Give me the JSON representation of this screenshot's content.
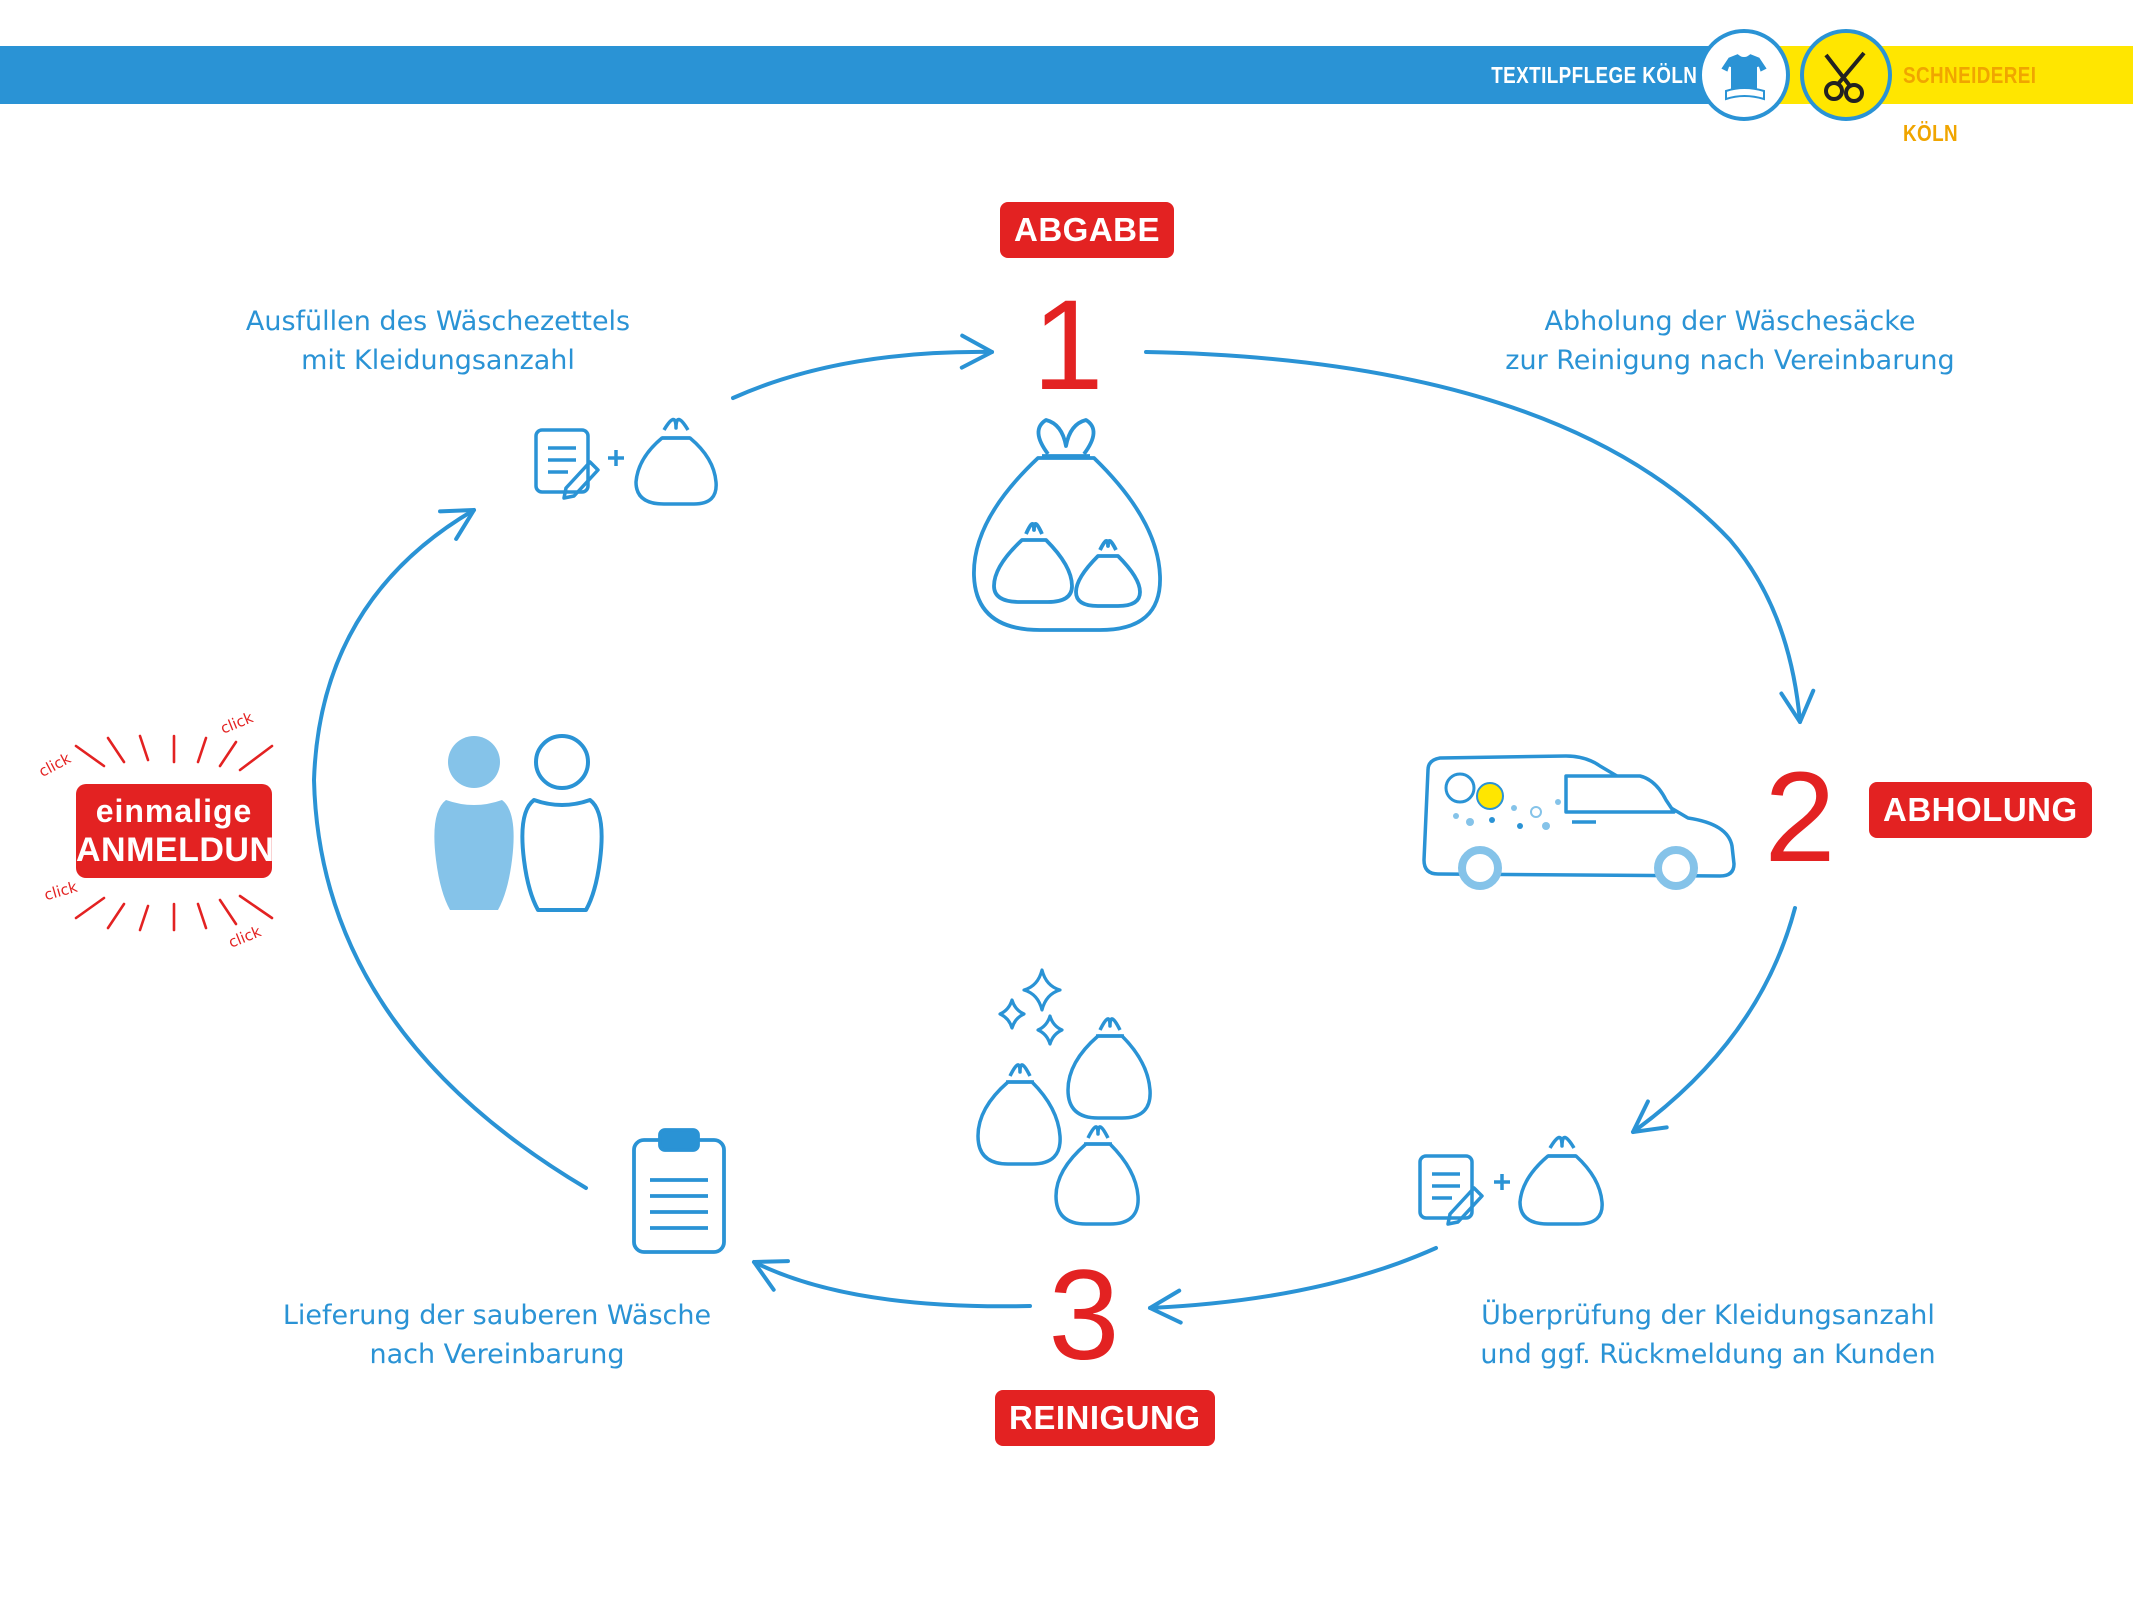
{
  "header": {
    "brand_left": "TEXTILPFLEGE KÖLN",
    "brand_right": "SCHNEIDEREI KÖLN"
  },
  "steps": {
    "step1": {
      "number": "1",
      "tag": "ABGABE"
    },
    "step2": {
      "number": "2",
      "tag": "ABHOLUNG"
    },
    "step3": {
      "number": "3",
      "tag": "REINIGUNG"
    }
  },
  "descriptions": {
    "top_left": [
      "Ausfüllen des Wäschezettels",
      "mit Kleidungsanzahl"
    ],
    "top_right": [
      "Abholung der Wäschesäcke",
      "zur Reinigung nach Vereinbarung"
    ],
    "bottom_right": [
      "Überprüfung der Kleidungsanzahl",
      "und ggf. Rückmeldung an Kunden"
    ],
    "bottom_left": [
      "Lieferung der sauberen Wäsche",
      "nach Vereinbarung"
    ]
  },
  "registration": {
    "line1": "einmalige",
    "line2": "ANMELDUNG",
    "click": "click"
  },
  "colors": {
    "primary_blue": "#2a93d5",
    "light_blue": "#85c3e9",
    "accent_red": "#e32222",
    "brand_yellow": "#ffe600"
  },
  "icons": [
    "form-icon",
    "laundry-bag-icon",
    "big-bag-icon",
    "van-icon",
    "people-icon",
    "clipboard-icon",
    "sparkle-icon",
    "scissors-icon",
    "shirt-icon"
  ]
}
